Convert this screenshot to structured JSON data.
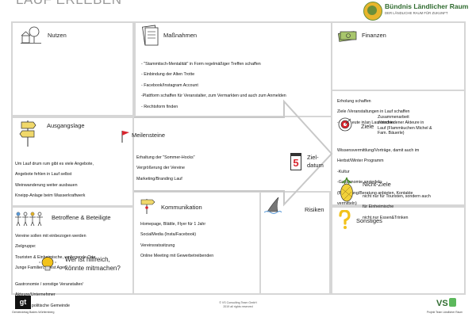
{
  "header": {
    "title": "LAUF ERLEBEN",
    "brand_name": "Bündnis Ländlicher Raum",
    "brand_tagline": "DER LÄNDLICHE RAUM FÜR ZUKUNFT"
  },
  "sections": {
    "nutzen": {
      "heading": "Nutzen"
    },
    "massnahmen": {
      "heading": "Maßnahmen",
      "items": [
        "- \"Stammtisch-Mentalität\" in Form regelmäßiger Treffen schaffen",
        "- Einbindung der Alten Trotte",
        "- Facebook/Instagram Account",
        "-Plattform schaffen für Veranstalter, zum Vermarkten und auch zum Anmelden",
        "- Rechtsform finden"
      ]
    },
    "finanzen": {
      "heading": "Finanzen"
    },
    "ausgangslage": {
      "heading": "Ausgangslage",
      "items": [
        "Um Lauf drum rum gibt es viele Angebote,",
        "Angebote fehlen in Lauf selbst",
        "Weinwanderung weiter ausbauen",
        "Kneipp-Anlage beim Wasserkraftwerk"
      ]
    },
    "meilensteine": {
      "heading": "Meilensteine",
      "items": [
        "Erhaltung der \"Sommer-Hocks\"",
        "Vergrößerung der Vereine",
        "Marketing/Branding Lauf"
      ]
    },
    "zieldatum": {
      "heading_line1": "Ziel-",
      "heading_line2": "datum",
      "calendar_number": "5"
    },
    "ziele": {
      "intro": [
        "Erholung schaffen",
        "Ziele /Veranstaltungen in Lauf schaffen",
        "-> soll Leute in/an Lauf binden"
      ],
      "heading": "Ziele",
      "side_text": "Zusammenarbeit\nverschiedener Akteure in\nLauf (Flammkuchen Michel &\nFam. Bäuerle)",
      "items": [
        "Wissensvermittlung/Vorträge, damit auch im",
        "Herbst/Winter Programm",
        "-Kultur",
        "-Gastronomie ansiedeln",
        "(Begleitung/Beratung anbieten, Kontakte",
        "vermitteln)"
      ]
    },
    "nichtziele": {
      "heading": "Nicht-Ziele",
      "items": [
        "nicht nur für Touristen, sondern auch",
        "für Einheimische",
        "nicht nur Essen&Trinken"
      ]
    },
    "risiken": {
      "heading": "Risiken"
    },
    "betroffene": {
      "heading": "Betroffene & Beteiligte",
      "items": [
        "Vereine sollen mit einbezogen werden",
        "Zielgruppe:",
        "Touristen & Einheimische, umliegende Orte,",
        "Junge Familien, \"Best Ager\""
      ],
      "helper_heading_line1": "Wer ist hilfreich,",
      "helper_heading_line2": "könnte mitmachen?",
      "helper_items": [
        "Gastronomie / sonstige Veranstalter/",
        "Akteure/Unternehmer",
        "Vereine, politische Gemeinde"
      ]
    },
    "kommunikation": {
      "heading": "Kommunikation",
      "items": [
        "Homepage, Blättle, Flyer für 1 Jahr",
        "SocialMedia (Insta/Facebook)",
        "Vereinsratssitzung",
        "Online Meeting mit Gewerbetreibenden"
      ]
    },
    "sonstiges": {
      "heading": "Sonstiges"
    }
  },
  "footer": {
    "copyright_line1": "© VS Consulting Team GmbH",
    "copyright_line2": "2019 all rights reserved",
    "logo_left_text": "gt",
    "logo_left_caption": "Gemeindetag Baden-Württemberg",
    "logo_right_text": "VS",
    "logo_right_caption": "Projekt Team Ländlicher Raum"
  },
  "colors": {
    "border": "#d6d6d6",
    "arrow": "#c8c8c8",
    "money_green": "#a8c66c",
    "sign_yellow": "#f0d86a",
    "bulb_yellow": "#f2c21a",
    "flag_red": "#d8262f",
    "calendar_red": "#d8262f",
    "vs_green": "#5cb85c"
  }
}
